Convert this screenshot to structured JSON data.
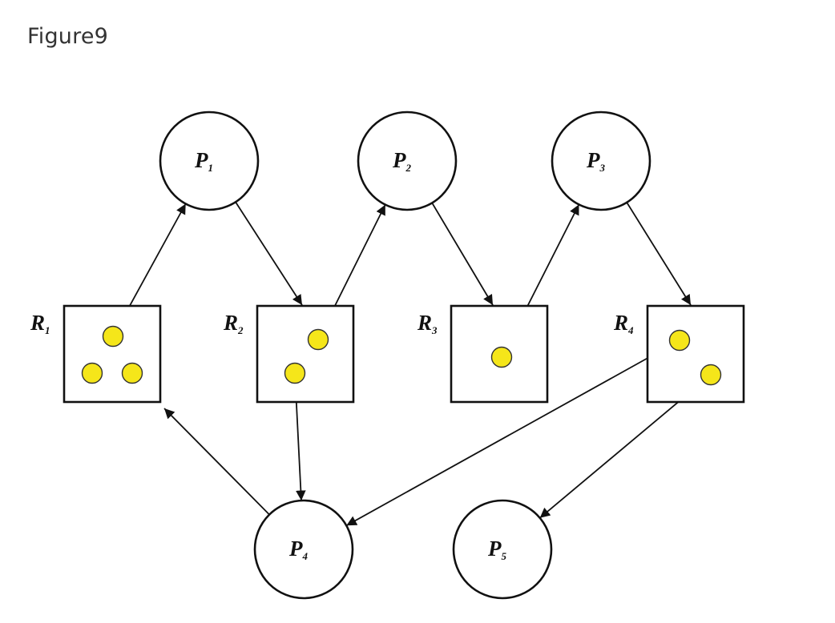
{
  "figure": {
    "title": "Figure9"
  },
  "colors": {
    "instance_fill": "#f5e61a",
    "stroke": "#111111"
  },
  "processes": [
    {
      "id": "P1",
      "letter": "P",
      "sub": "1"
    },
    {
      "id": "P2",
      "letter": "P",
      "sub": "2"
    },
    {
      "id": "P3",
      "letter": "P",
      "sub": "3"
    },
    {
      "id": "P4",
      "letter": "P",
      "sub": "4"
    },
    {
      "id": "P5",
      "letter": "P",
      "sub": "5"
    }
  ],
  "resources": [
    {
      "id": "R1",
      "letter": "R",
      "sub": "1",
      "instances": 3
    },
    {
      "id": "R2",
      "letter": "R",
      "sub": "2",
      "instances": 2
    },
    {
      "id": "R3",
      "letter": "R",
      "sub": "3",
      "instances": 1
    },
    {
      "id": "R4",
      "letter": "R",
      "sub": "4",
      "instances": 2
    }
  ],
  "edges": [
    {
      "from": "R1.instance1",
      "to": "P1",
      "kind": "assignment"
    },
    {
      "from": "P1",
      "to": "R2",
      "kind": "request"
    },
    {
      "from": "R2.instance1",
      "to": "P2",
      "kind": "assignment"
    },
    {
      "from": "P2",
      "to": "R3",
      "kind": "request"
    },
    {
      "from": "R3.instance1",
      "to": "P3",
      "kind": "assignment"
    },
    {
      "from": "P3",
      "to": "R4",
      "kind": "request"
    },
    {
      "from": "R2.instance2",
      "to": "P4",
      "kind": "assignment"
    },
    {
      "from": "R4.instance1",
      "to": "P4",
      "kind": "assignment"
    },
    {
      "from": "R4.instance2",
      "to": "P5",
      "kind": "assignment"
    },
    {
      "from": "P4",
      "to": "R1",
      "kind": "request"
    }
  ]
}
